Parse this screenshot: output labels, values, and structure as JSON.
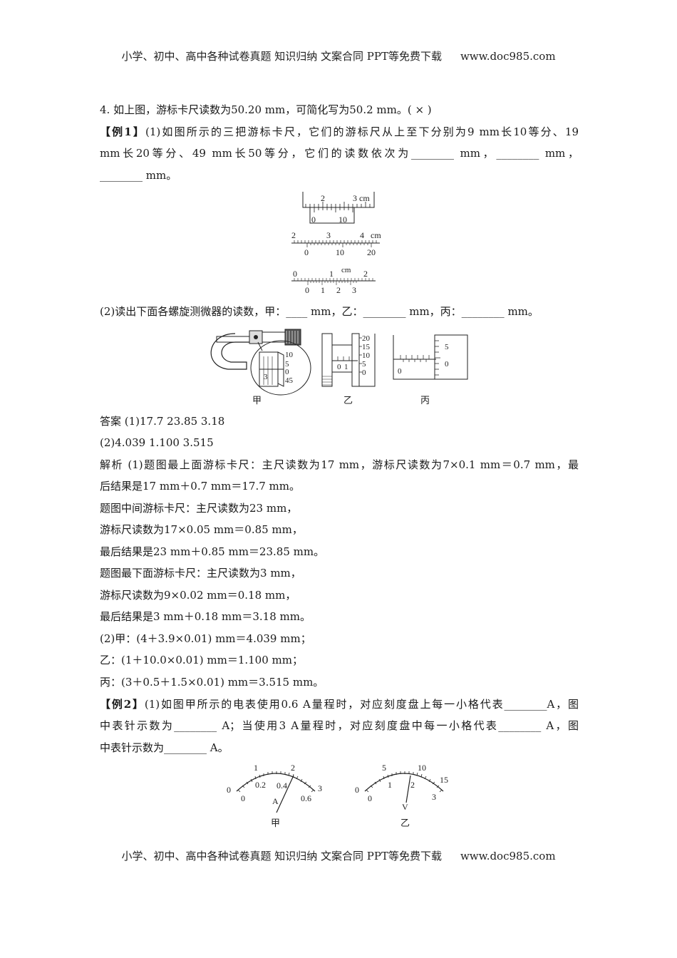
{
  "header": {
    "text": "小学、初中、高中各种试卷真题  知识归纳  文案合同  PPT等免费下载",
    "site": "www.doc985.com"
  },
  "footer": {
    "text": "小学、初中、高中各种试卷真题  知识归纳  文案合同  PPT等免费下载",
    "site": "www.doc985.com"
  },
  "item4": "4.  如上图，游标卡尺读数为50.20 mm，可简化写为50.2 mm。(  ×  )",
  "ex1": {
    "tag": "【例1】",
    "p1_l1": "(1)如图所示的三把游标卡尺，它们的游标尺从上至下分别为9 mm长10等分、19",
    "p1_l2": "mm长20等分、49 mm长50等分，它们的读数依次为________ mm，________ mm，",
    "p1_l3": "________ mm。",
    "p2": "(2)读出下面各螺旋测微器的读数，甲：____ mm，乙：________ mm，丙：________ mm。",
    "answer_l1": "答案  (1)17.7  23.85  3.18",
    "answer_l2": "(2)4.039  1.100  3.515",
    "analysis": [
      "解析  (1)题图最上面游标卡尺：主尺读数为17 mm，游标尺读数为7×0.1 mm＝0.7 mm，最",
      "后结果是17 mm＋0.7 mm＝17.7 mm。",
      "题图中间游标卡尺：主尺读数为23 mm，",
      "游标尺读数为17×0.05 mm＝0.85 mm，",
      "最后结果是23 mm＋0.85 mm＝23.85 mm。",
      "题图最下面游标卡尺：主尺读数为3 mm，",
      "游标尺读数为9×0.02 mm＝0.18 mm，",
      "最后结果是3 mm＋0.18 mm＝3.18 mm。",
      "(2)甲：(4＋3.9×0.01) mm＝4.039 mm；",
      "乙：(1＋10.0×0.01) mm＝1.100 mm；",
      "丙：(3＋0.5＋1.5×0.01) mm＝3.515 mm。"
    ]
  },
  "ex2": {
    "tag": "【例2】",
    "l1": "(1)如图甲所示的电表使用0.6 A量程时，对应刻度盘上每一小格代表________A，图",
    "l2": "中表针示数为________ A；当使用3 A量程时，对应刻度盘中每一小格代表________ A，图",
    "l3": "中表针示数为________ A。"
  },
  "figures": {
    "caliper1": {
      "main_labels": [
        "2",
        "3 cm"
      ],
      "vernier_labels": [
        "0",
        "10"
      ]
    },
    "caliper2": {
      "main_labels": [
        "2",
        "3",
        "4",
        "cm"
      ],
      "vernier_labels": [
        "0",
        "10",
        "20"
      ]
    },
    "caliper3": {
      "main_labels": [
        "0",
        "1",
        "cm",
        "2"
      ],
      "vernier_labels": [
        "0",
        "1",
        "2",
        "3"
      ]
    },
    "micro_jia": {
      "label": "甲",
      "thimble": [
        "10",
        "5",
        "0",
        "45"
      ],
      "sleeve": "3"
    },
    "micro_yi": {
      "label": "乙",
      "thimble": [
        "20",
        "15",
        "10",
        "5",
        "0"
      ],
      "sleeve": [
        "0",
        "1"
      ]
    },
    "micro_bing": {
      "label": "丙",
      "thimble": [
        "5",
        "0"
      ],
      "sleeve": "0"
    },
    "meter_jia": {
      "label": "甲",
      "unit": "A",
      "upper": [
        "0",
        "1",
        "2",
        "3"
      ],
      "lower": [
        "0",
        "0.2",
        "0.4",
        "0.6"
      ]
    },
    "meter_yi": {
      "label": "乙",
      "unit": "V",
      "upper": [
        "0",
        "5",
        "10",
        "15"
      ],
      "lower": [
        "0",
        "1",
        "2",
        "3"
      ]
    }
  }
}
